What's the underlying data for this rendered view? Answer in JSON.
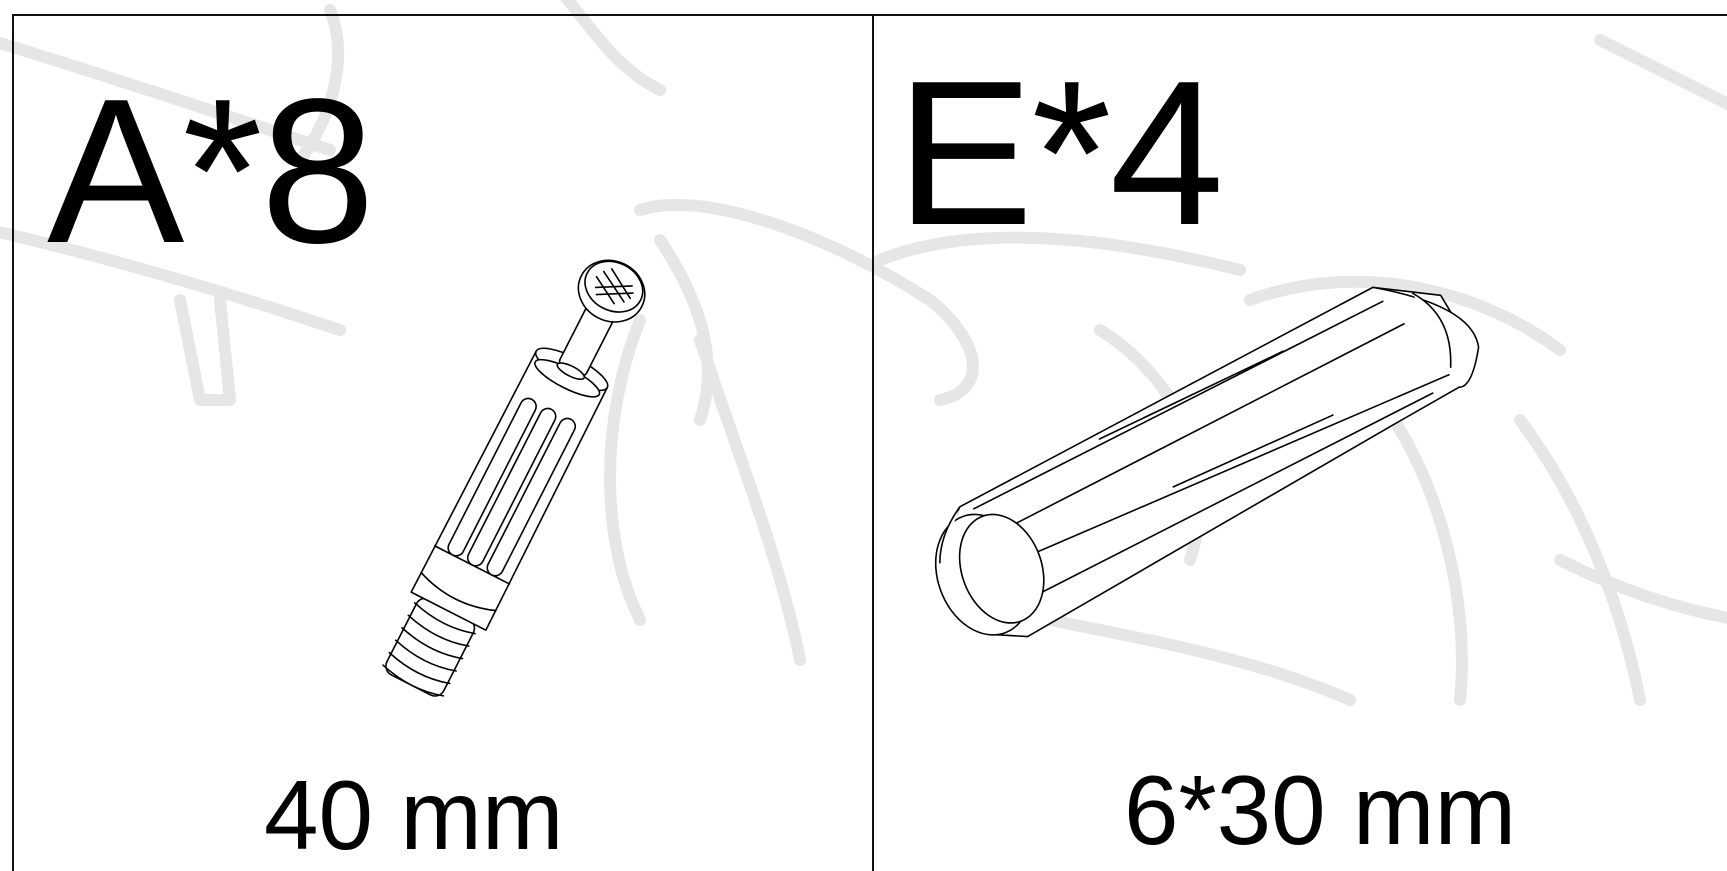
{
  "parts": [
    {
      "label": "A*8",
      "size": "40 mm",
      "icon": "cam-bolt-icon"
    },
    {
      "label": "E*4",
      "size": "6*30 mm",
      "icon": "wood-dowel-icon"
    }
  ]
}
